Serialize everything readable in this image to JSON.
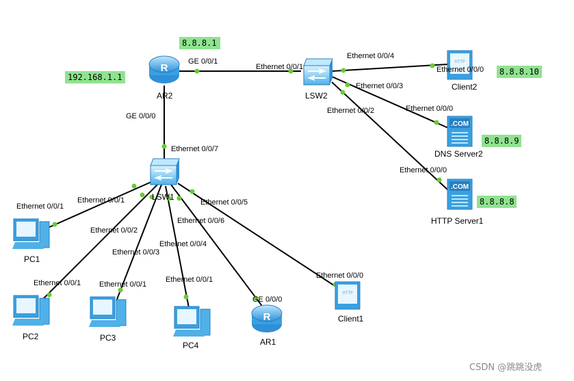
{
  "devices": {
    "ar2": {
      "label": "AR2"
    },
    "lsw2": {
      "label": "LSW2"
    },
    "lsw1": {
      "label": "LSW1"
    },
    "client2": {
      "label": "Client2"
    },
    "dns": {
      "label": "DNS Server2"
    },
    "http": {
      "label": "HTTP Server1"
    },
    "pc1": {
      "label": "PC1"
    },
    "pc2": {
      "label": "PC2"
    },
    "pc3": {
      "label": "PC3"
    },
    "pc4": {
      "label": "PC4"
    },
    "ar1": {
      "label": "AR1"
    },
    "client1": {
      "label": "Client1"
    }
  },
  "ip_labels": {
    "ar2_public": "8.8.8.1",
    "ar2_private": "192.168.1.1",
    "client2": "8.8.8.10",
    "dns": "8.8.8.9",
    "http": "8.8.8.8"
  },
  "ports": {
    "ar2_ge001": "GE 0/0/1",
    "ar2_ge000": "GE 0/0/0",
    "lsw2_e001": "Ethernet 0/0/1",
    "lsw2_e004": "Ethernet 0/0/4",
    "lsw2_e003": "Ethernet 0/0/3",
    "lsw2_e002": "Ethernet 0/0/2",
    "client2_e000": "Ethernet 0/0/0",
    "dns_e000": "Ethernet 0/0/0",
    "http_e000": "Ethernet 0/0/0",
    "lsw1_e007": "Ethernet 0/0/7",
    "lsw1_e001": "Ethernet 0/0/1",
    "lsw1_e002": "Ethernet 0/0/2",
    "lsw1_e003": "Ethernet 0/0/3",
    "lsw1_e004": "Ethernet 0/0/4",
    "lsw1_e005": "Ethernet 0/0/5",
    "lsw1_e006": "Ethernet 0/0/6",
    "pc1_e001": "Ethernet 0/0/1",
    "pc2_e001": "Ethernet 0/0/1",
    "pc3_e001": "Ethernet 0/0/1",
    "pc4_e001": "Ethernet 0/0/1",
    "ar1_ge000": "GE 0/0/0",
    "client1_e000": "Ethernet 0/0/0"
  },
  "icon_text": {
    "server": ".COM",
    "client": "HTTP"
  },
  "watermark": "CSDN @跳跳没虎",
  "colors": {
    "link": "#000000",
    "port_dot": "#66cc33",
    "ip_box": "#8fe38f",
    "device_blue": "#3aa0e0"
  }
}
